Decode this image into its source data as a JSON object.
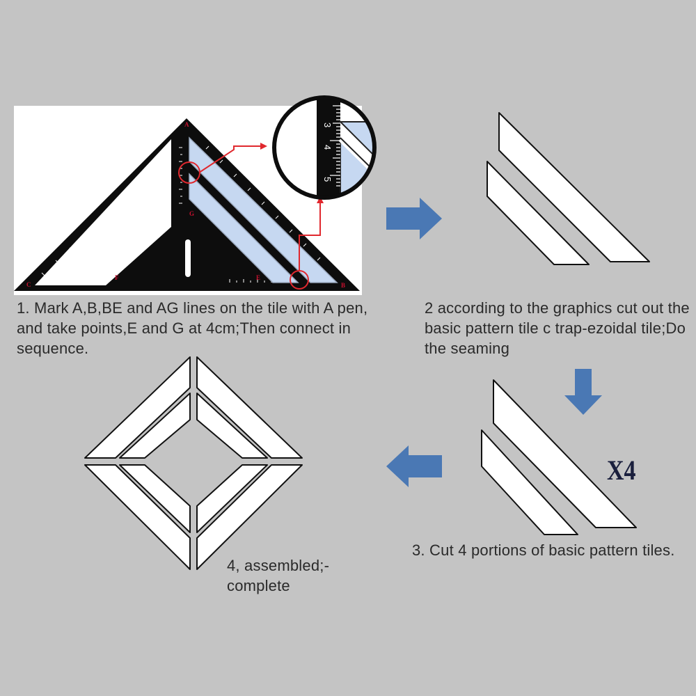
{
  "steps": [
    {
      "id": 1,
      "text": "1. Mark A,B,BE and AG lines on the tile with A pen, and take points,E and G at 4cm;Then connect in sequence."
    },
    {
      "id": 2,
      "text": "2 according to the graphics cut out the basic pattern tile c trap-ezoidal tile;Do the seaming"
    },
    {
      "id": 3,
      "text": "3. Cut 4 portions of basic pattern tiles."
    },
    {
      "id": 4,
      "text": "4, assembled;-complete"
    }
  ],
  "multiplier": "X4",
  "points": {
    "A": "A",
    "B": "B",
    "C": "C",
    "E": "E",
    "F": "F",
    "G": "G"
  },
  "zoom_ruler_labels": [
    "3",
    "4",
    "5"
  ],
  "colors": {
    "background": "#c4c4c4",
    "arrow_blue": "#4a78b4",
    "highlight_blue": "#c6d8f1",
    "ruler_black": "#0d0d0d",
    "marker_red": "#e0282e",
    "tile_white": "#ffffff"
  }
}
